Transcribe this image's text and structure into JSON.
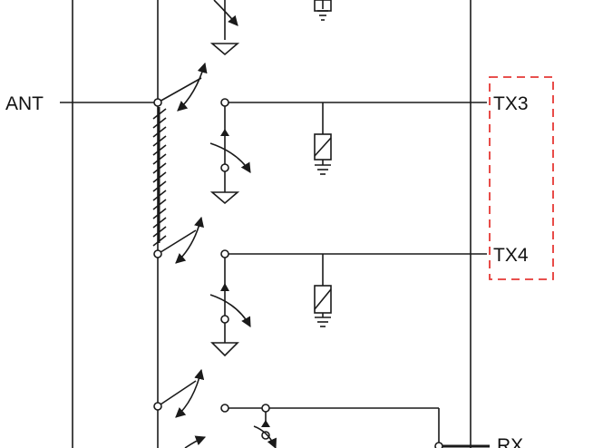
{
  "labels": {
    "ant": "ANT",
    "tx3": "TX3",
    "tx4": "TX4",
    "rx": "RX"
  },
  "colors": {
    "line": "#1a1a1a",
    "highlight_box": "#e53935",
    "background": "#ffffff"
  }
}
